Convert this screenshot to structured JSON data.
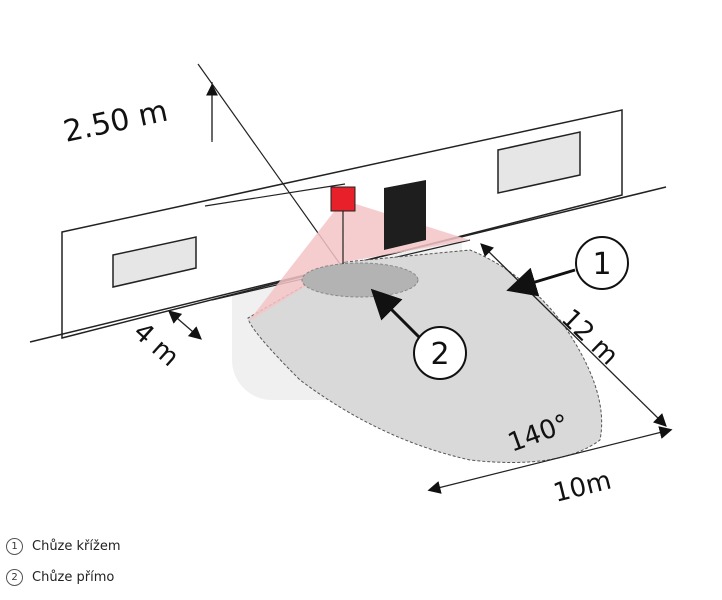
{
  "diagram": {
    "height_label": "2.50 m",
    "length_label": "12 m",
    "width_label": "10m",
    "side_label": "4 m",
    "angle_label": "140°",
    "callout_1": "1",
    "callout_2": "2"
  },
  "legend": {
    "items": [
      {
        "num": "1",
        "label": "Chůze křížem"
      },
      {
        "num": "2",
        "label": "Chůze přímo"
      }
    ]
  },
  "colors": {
    "sensor": "#e8202a",
    "beam": "#f4c4c6",
    "coverage": "#d9d9d9",
    "inner_zone": "#b3b3b3",
    "door": "#1e1e1e"
  }
}
